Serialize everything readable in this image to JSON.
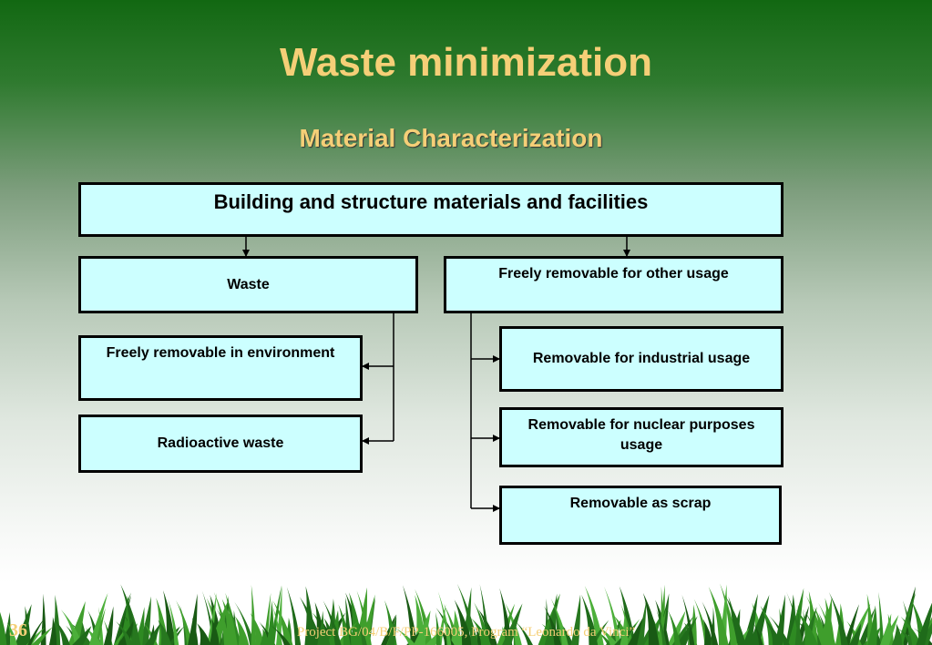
{
  "slide": {
    "title": "Waste minimization",
    "subtitle": "Material Characterization",
    "number": "36",
    "footer": "Project BG/04/B/F/PP-166005, Program “Leonardo da Vinci”"
  },
  "diagram": {
    "root": "Building and structure materials and facilities",
    "waste": {
      "label": "Waste",
      "children": [
        "Freely removable in environment",
        "Radioactive waste"
      ]
    },
    "other_usage": {
      "label": "Freely removable for other usage",
      "children": [
        "Removable for industrial usage",
        "Removable for nuclear purposes usage",
        "Removable as scrap"
      ]
    }
  },
  "colors": {
    "title": "#f5cf77",
    "box_fill": "#ccffff",
    "background_top": "#126812",
    "background_bottom": "#ffffff"
  }
}
